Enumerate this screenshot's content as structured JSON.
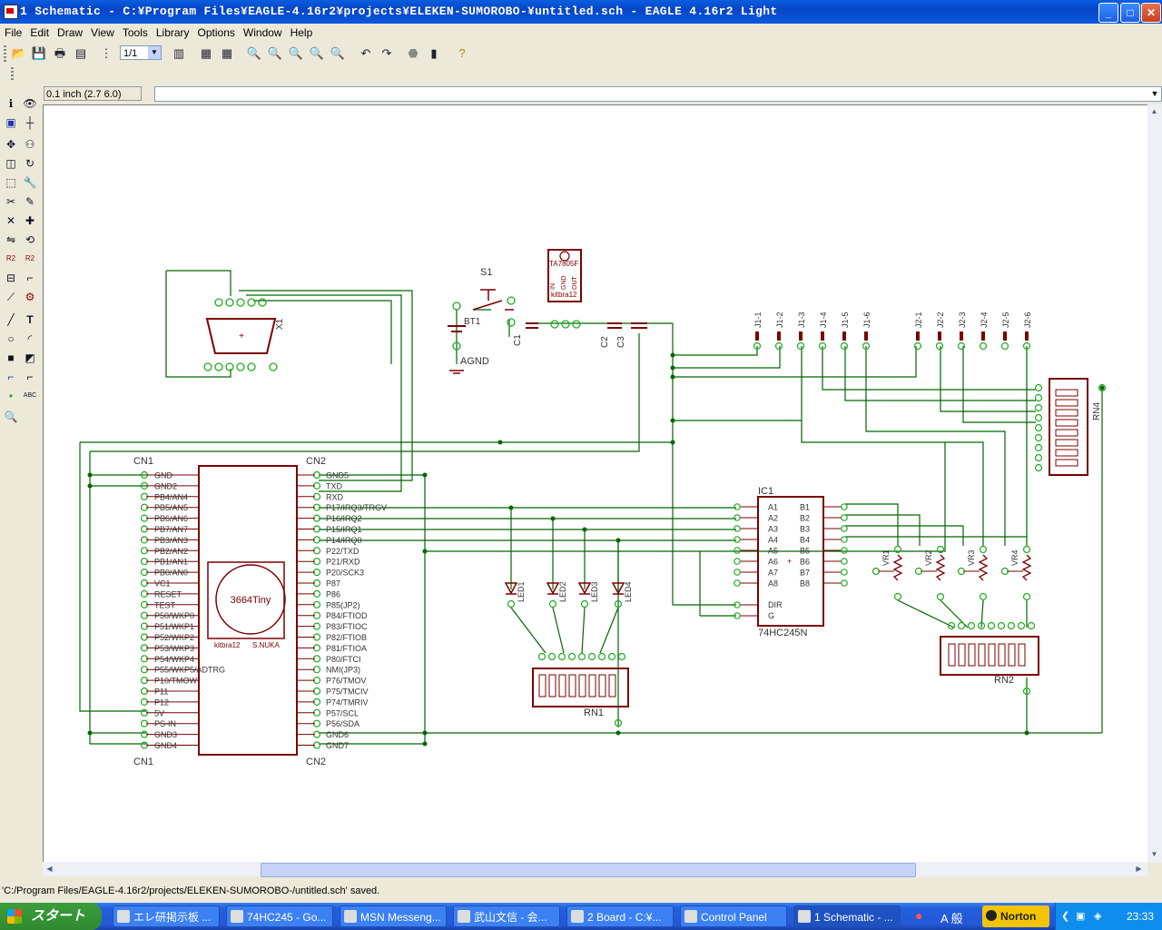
{
  "window": {
    "title": "1 Schematic - C:¥Program Files¥EAGLE-4.16r2¥projects¥ELEKEN-SUMOROBO-¥untitled.sch - EAGLE 4.16r2 Light",
    "min": "_",
    "max": "□",
    "close": "✕"
  },
  "menu": [
    "File",
    "Edit",
    "Draw",
    "View",
    "Tools",
    "Library",
    "Options",
    "Window",
    "Help"
  ],
  "toolbar": {
    "zoom_value": "1/1",
    "icons": [
      "open-icon",
      "save-icon",
      "print-icon",
      "cam-icon",
      "grid-icon",
      "library-icon",
      "script-icon",
      "ulp-icon",
      "zoom-fit-icon",
      "zoom-in-icon",
      "zoom-out-icon",
      "zoom-redraw-icon",
      "zoom-select-icon",
      "undo-icon",
      "redo-icon",
      "stop-icon",
      "go-icon",
      "help-icon"
    ]
  },
  "coordinate": "0.1 inch (2.7 6.0)",
  "status_text": "'C:/Program Files/EAGLE-4.16r2/projects/ELEKEN-SUMOROBO-/untitled.sch' saved.",
  "schematic": {
    "cn1_labels": [
      "GND",
      "GND2",
      "PB4/AN4",
      "PB5/AN5",
      "PB6/AN6",
      "PB7/AN7",
      "PB3/AN3",
      "PB2/AN2",
      "PB1/AN1",
      "PB0/AN0",
      "VC1",
      "RESET",
      "TEST",
      "P50/WKP0",
      "P51/WKP1",
      "P52/WKP2",
      "P53/WKP3",
      "P54/WKP4",
      "P55/WKP5/ADTRG",
      "P10/TMOW",
      "P11",
      "P12",
      "5V",
      "PS-IN",
      "GND3",
      "GND4"
    ],
    "cn2_labels": [
      "GND5",
      "TXD",
      "RXD",
      "P17/IRQ3/TRGV",
      "P16/IRQ2",
      "P15/IRQ1",
      "P14/IRQ0",
      "P22/TXD",
      "P21/RXD",
      "P20/SCK3",
      "P87",
      "P86",
      "P85(JP2)",
      "P84/FTIOD",
      "P83/FTIOC",
      "P82/FTIOB",
      "P81/FTIOA",
      "P80/FTCI",
      "NMI(JP3)",
      "P76/TMOV",
      "P75/TMCIV",
      "P74/TMRIV",
      "P57/SCL",
      "P56/SDA",
      "GND6",
      "GND7"
    ],
    "cn1": "CN1",
    "cn2": "CN2",
    "module": "3664Tiny",
    "module_left": "kitbra12",
    "module_right": "S.NUKA",
    "ic1": "IC1",
    "ic1_part": "74HC245N",
    "ic1_a": [
      "A1",
      "A2",
      "A3",
      "A4",
      "A5",
      "A6",
      "A7",
      "A8"
    ],
    "ic1_b": [
      "B1",
      "B2",
      "B3",
      "B4",
      "B5",
      "B6",
      "B7",
      "B8"
    ],
    "ic1_dir": "DIR",
    "ic1_g": "G",
    "reg_name": "TA7805F",
    "reg_sub": "kitbra12",
    "reg_pins": [
      "IN",
      "GND",
      "OUT"
    ],
    "s1": "S1",
    "bt1": "BT1",
    "agnd": "AGND",
    "c1": "C1",
    "c2": "C2",
    "c3": "C3",
    "x1": "X1",
    "leds": [
      "LED1",
      "LED2",
      "LED3",
      "LED4"
    ],
    "j1": [
      "J1-1",
      "J1-2",
      "J1-3",
      "J1-4",
      "J1-5",
      "J1-6"
    ],
    "j2": [
      "J2-1",
      "J2-2",
      "J2-3",
      "J2-4",
      "J2-5",
      "J2-6"
    ],
    "vrs": [
      "VR1",
      "VR2",
      "VR3",
      "VR4"
    ],
    "rn1": "RN1",
    "rn2": "RN2",
    "rn4": "RN4"
  },
  "taskbar": {
    "start": "スタート",
    "tasks": [
      "エレ研掲示板 ...",
      "74HC245 - Go...",
      "MSN Messeng...",
      "武山文信 - 会...",
      "2 Board - C:¥...",
      "Control Panel",
      "1 Schematic - ..."
    ],
    "ime": "A 般",
    "norton": "Norton",
    "clock": "23:33"
  },
  "colors": {
    "wire": "#006600",
    "part": "#7b0000",
    "pin": "#22aa22",
    "canvas": "#ffffff"
  }
}
